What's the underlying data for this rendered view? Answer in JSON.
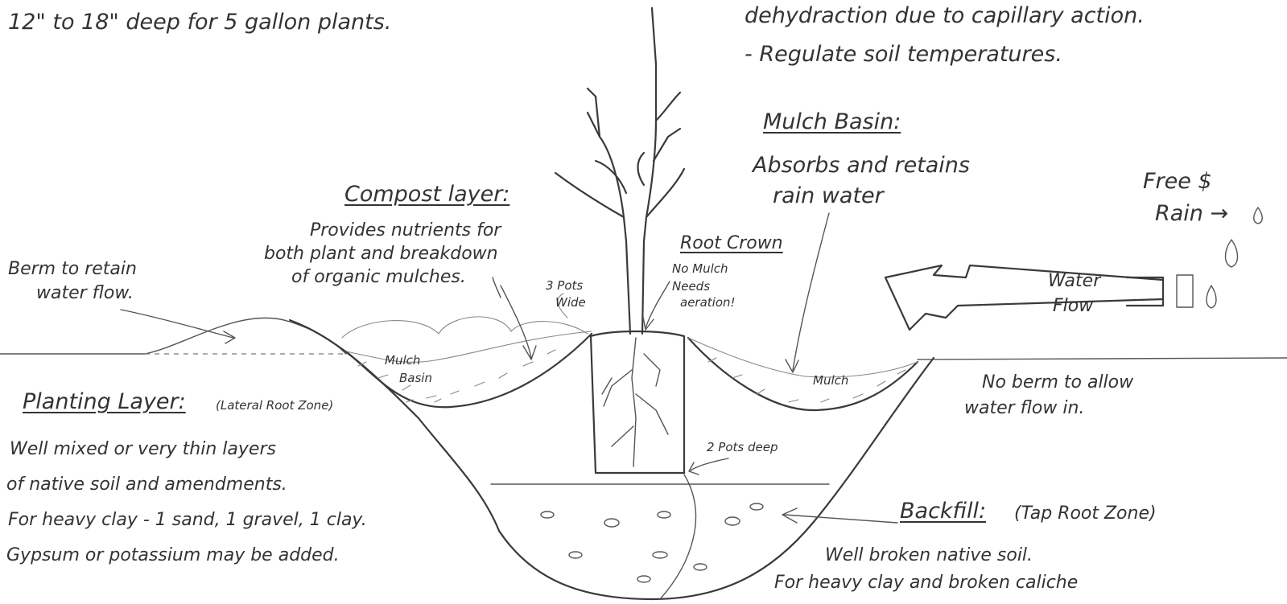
{
  "top_left": {
    "depth_note": "12\" to 18\" deep for 5 gallon plants."
  },
  "top_right": {
    "line1": "dehydraction due to capillary action.",
    "line2": "- Regulate soil temperatures."
  },
  "mulch_basin_note": {
    "title": "Mulch Basin:",
    "line1": "Absorbs and retains",
    "line2": "rain water"
  },
  "free_rain": {
    "line1": "Free $",
    "line2": "Rain →"
  },
  "compost_layer": {
    "title": "Compost layer:",
    "line1": "Provides nutrients for",
    "line2": "both plant and breakdown",
    "line3": "of organic mulches."
  },
  "pots_wide": {
    "line1": "3 Pots",
    "line2": "Wide"
  },
  "root_crown": {
    "title": "Root Crown",
    "line1": "No Mulch",
    "line2": "Needs",
    "line3": "aeration!"
  },
  "berm": {
    "line1": "Berm to retain",
    "line2": "water flow."
  },
  "water_flow": {
    "line1": "Water",
    "line2": "Flow"
  },
  "mulch_left": {
    "line1": "Mulch",
    "line2": "Basin"
  },
  "mulch_right": "Mulch",
  "no_berm": {
    "line1": "No berm to allow",
    "line2": "water flow in."
  },
  "planting_layer": {
    "title": "Planting Layer:",
    "subtitle": "(Lateral Root Zone)",
    "line1": "Well mixed or very thin layers",
    "line2": "of native soil and amendments.",
    "line3": "For heavy clay - 1 sand, 1 gravel, 1 clay.",
    "line4": "Gypsum or potassium may be added."
  },
  "pots_deep": "2 Pots deep",
  "backfill": {
    "title": "Backfill:",
    "subtitle": "(Tap Root Zone)",
    "line1": "Well broken native soil.",
    "line2": "For heavy clay and broken caliche"
  }
}
